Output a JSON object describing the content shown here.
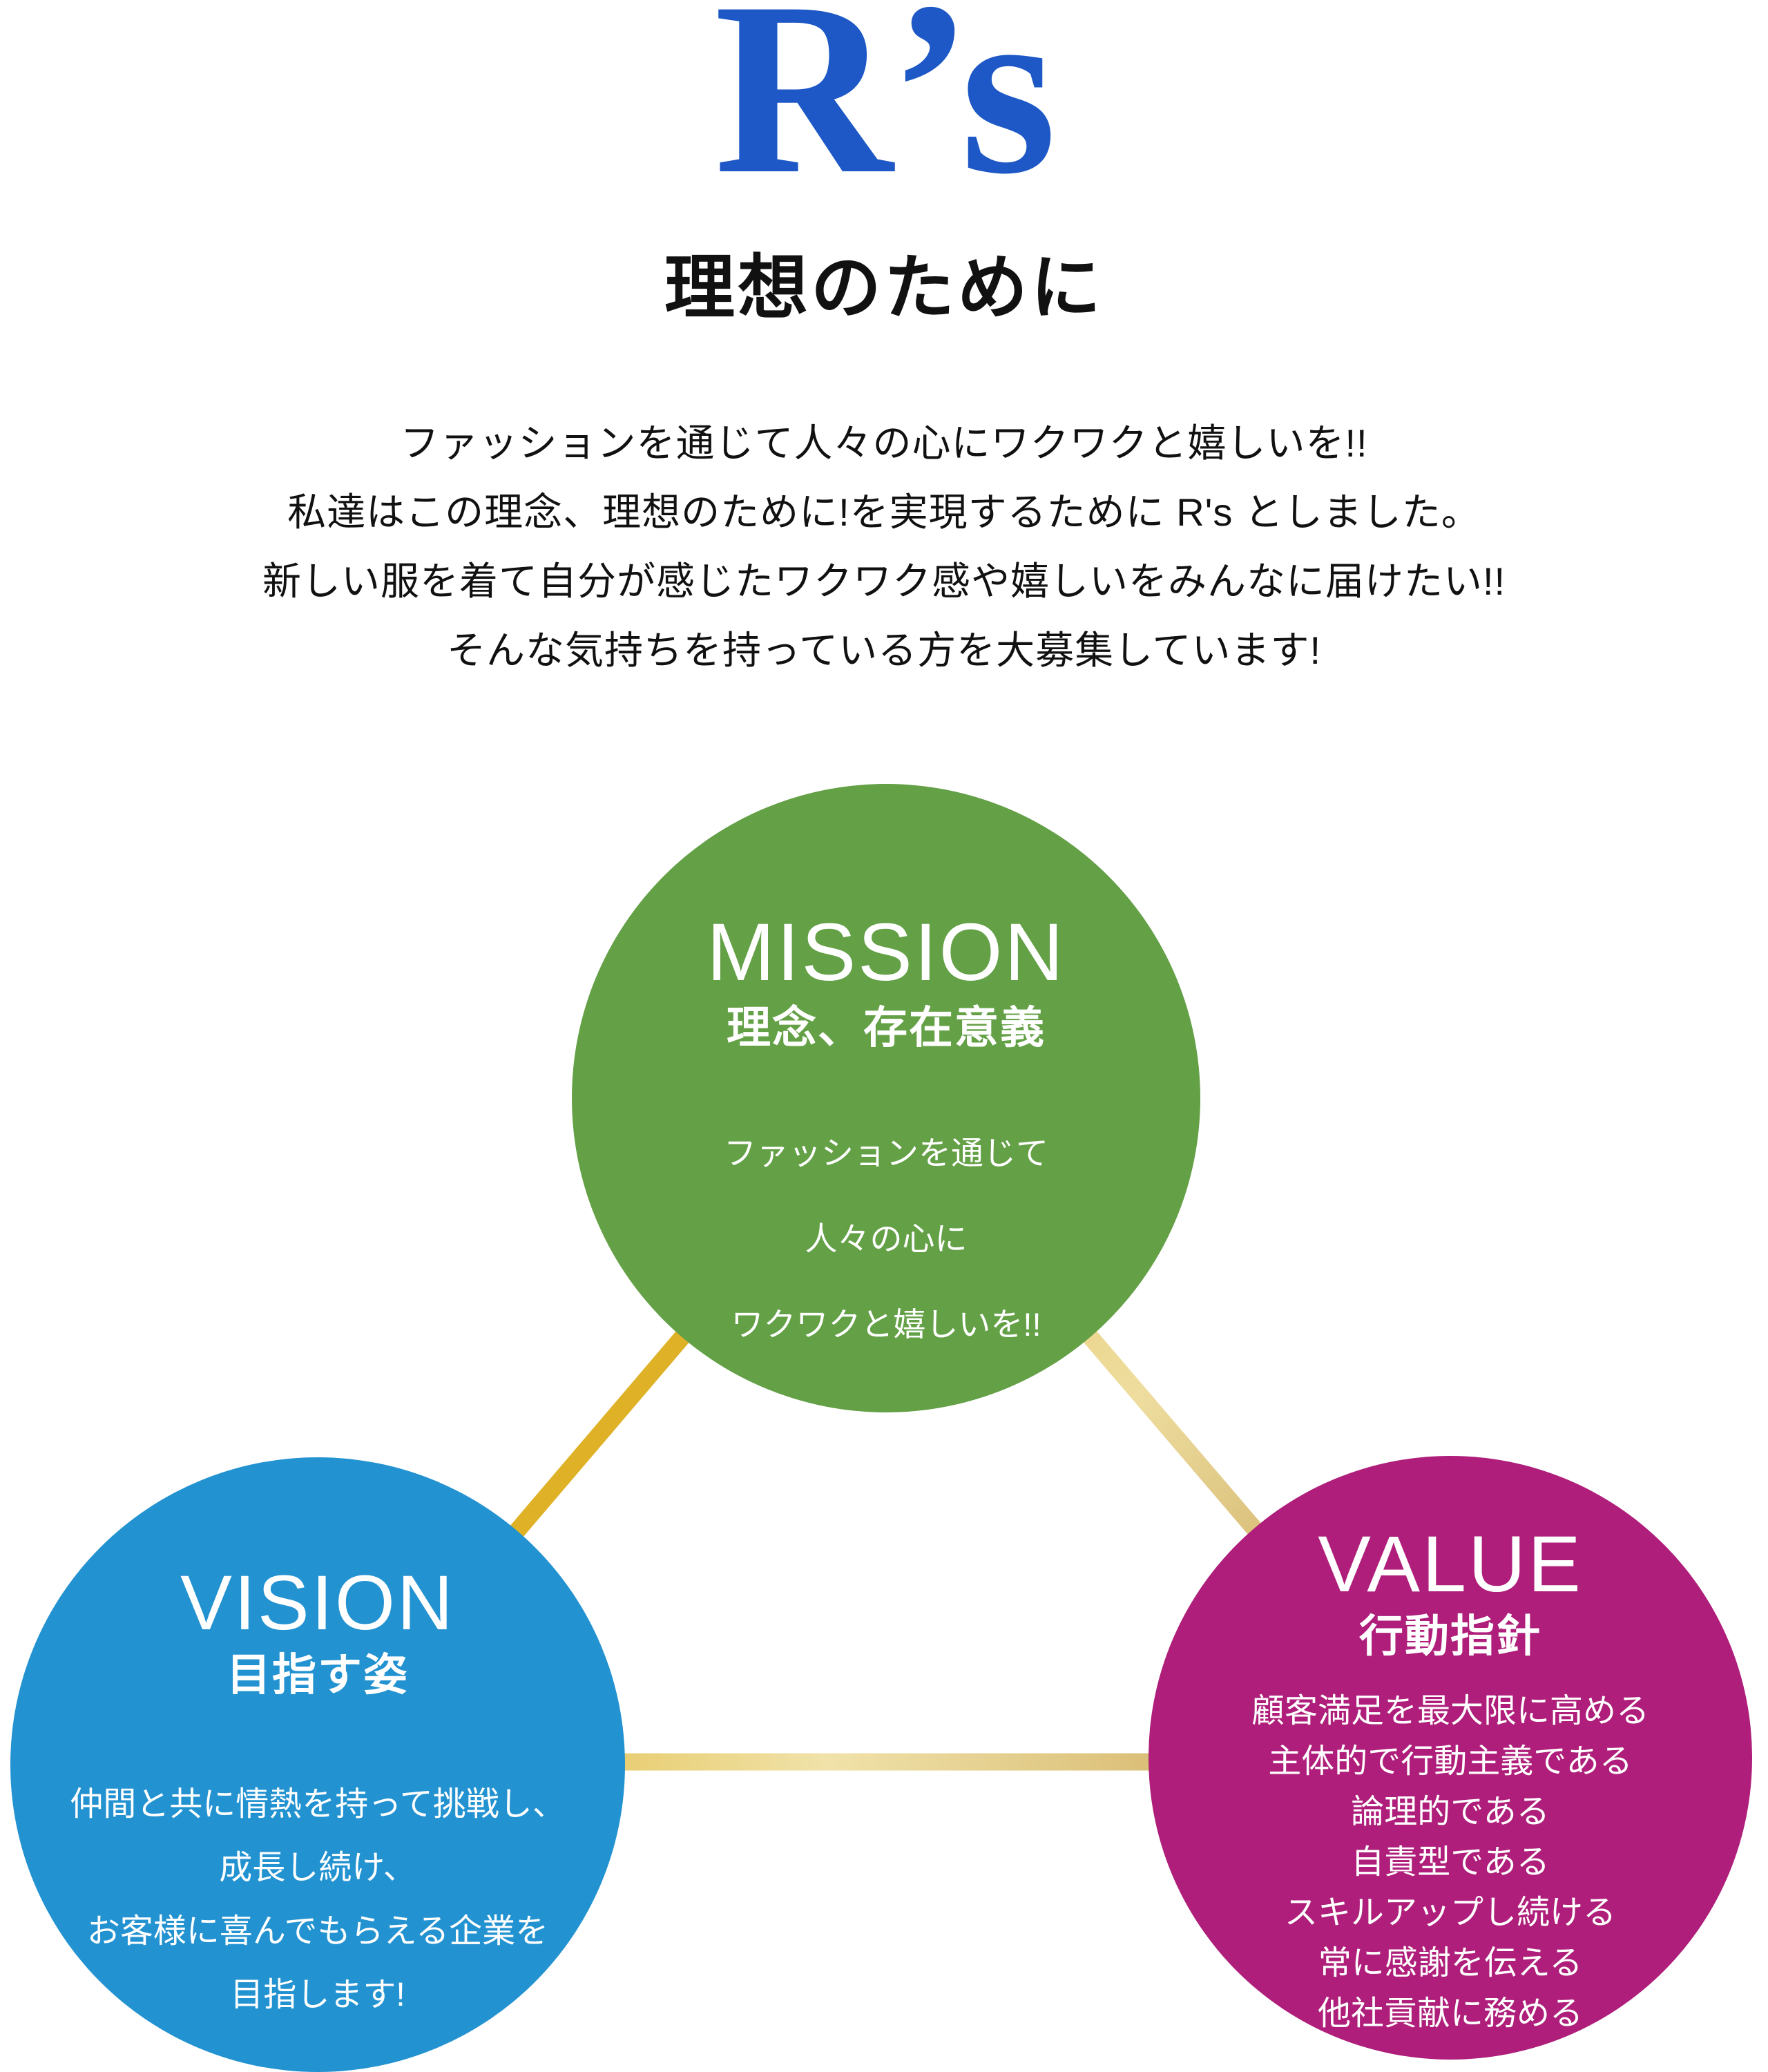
{
  "logo": {
    "text": "R’s",
    "color": "#1d58c6"
  },
  "heading": {
    "text": "理想のために"
  },
  "intro": {
    "lines": [
      "ファッションを通じて人々の心にワクワクと嬉しいを!!",
      "私達はこの理念、理想のために!を実現するために R's としました。",
      "新しい服を着て自分が感じたワクワク感や嬉しいをみんなに届けたい!!",
      "そんな気持ちを持っている方を大募集しています!"
    ]
  },
  "diagram": {
    "connector_color": "#deb126",
    "connector_gradient_right": [
      "#e3c35c",
      "#eedd9f",
      "#bd9746"
    ],
    "connector_gradient_bottom": [
      "#ddb125",
      "#f0e2a9",
      "#c79f4b"
    ],
    "circles": [
      {
        "id": "mission",
        "title": "MISSION",
        "subtitle": "理念、存在意義",
        "color": "#63a046",
        "lines": [
          "ファッションを通じて",
          "人々の心に",
          "ワクワクと嬉しいを!!"
        ]
      },
      {
        "id": "vision",
        "title": "VISION",
        "subtitle": "目指す姿",
        "color": "#2292d1",
        "lines": [
          "仲間と共に情熱を持って挑戦し、",
          "成長し続け、",
          "お客様に喜んでもらえる企業を",
          "目指します!"
        ]
      },
      {
        "id": "value",
        "title": "VALUE",
        "subtitle": "行動指針",
        "color": "#ae1e7a",
        "lines": [
          "顧客満足を最大限に高める",
          "主体的で行動主義である",
          "論理的である",
          "自責型である",
          "スキルアップし続ける",
          "常に感謝を伝える",
          "他社貢献に務める"
        ]
      }
    ]
  }
}
